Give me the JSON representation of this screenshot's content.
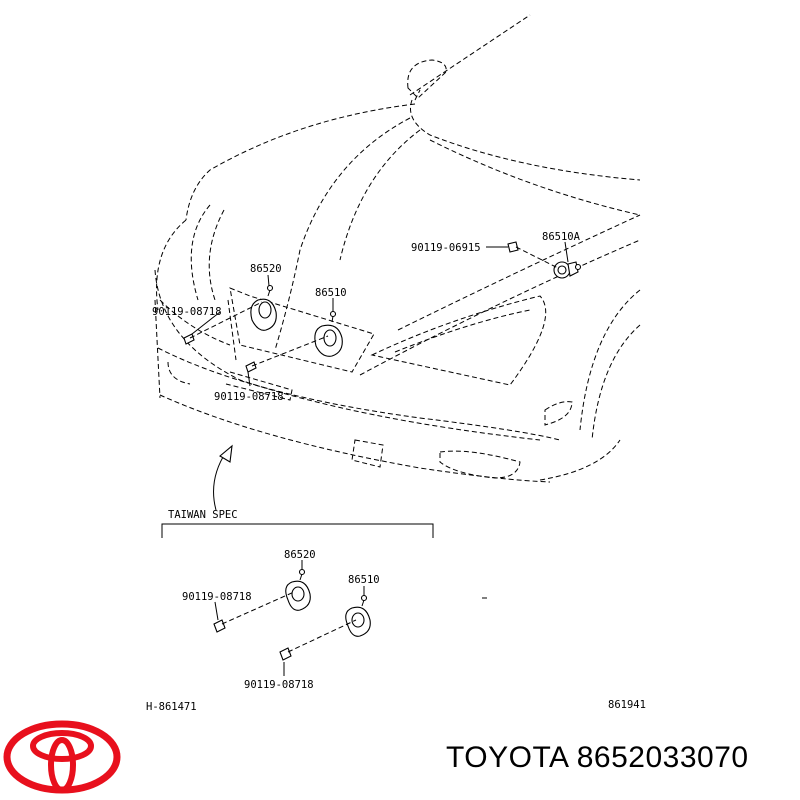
{
  "callouts": {
    "horn_high_main": "86520",
    "horn_low_main": "86510",
    "horn_assy_right": "86510A",
    "bolt_left_main": "90119-08718",
    "bolt_center_main": "90119-08718",
    "bolt_right_main": "90119-06915",
    "spec_title": "TAIWAN SPEC",
    "horn_high_spec": "86520",
    "horn_low_spec": "86510",
    "bolt_upper_spec": "90119-08718",
    "bolt_lower_spec": "90119-08718",
    "ref_left": "H-861471",
    "ref_right": "861941"
  },
  "brand": {
    "logo_color": "#e8101d",
    "caption": "TOYOTA 8652033070"
  }
}
